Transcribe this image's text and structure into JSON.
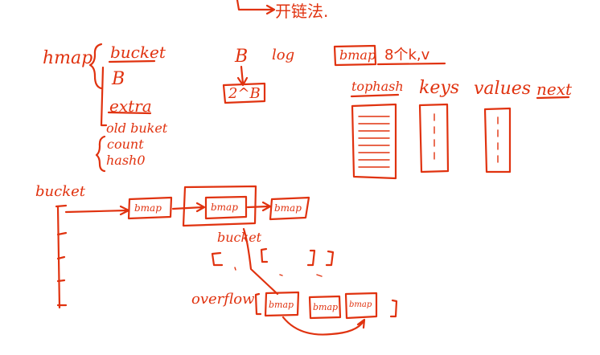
{
  "title_top": "开链法.",
  "hmap": {
    "label": "hmap",
    "fields": [
      "bucket",
      "B",
      "extra"
    ],
    "extra_sub": [
      "old buket",
      "count",
      "hash0"
    ]
  },
  "b_section": {
    "b": "B",
    "log": "log",
    "pow": "2^B"
  },
  "bmap": {
    "label": "bmap",
    "desc": "8个k,v",
    "columns": [
      "tophash",
      "keys",
      "values",
      "next"
    ]
  },
  "bucket_chain": {
    "label": "bucket",
    "nodes": [
      "bmap",
      "bmap",
      "bmap"
    ],
    "sub_label": "bucket",
    "overflow_label": "overflow",
    "overflow_nodes": [
      "bmap",
      "bmap",
      "bmap"
    ]
  },
  "colors": {
    "ink": "#e0320f",
    "background": "#ffffff"
  }
}
